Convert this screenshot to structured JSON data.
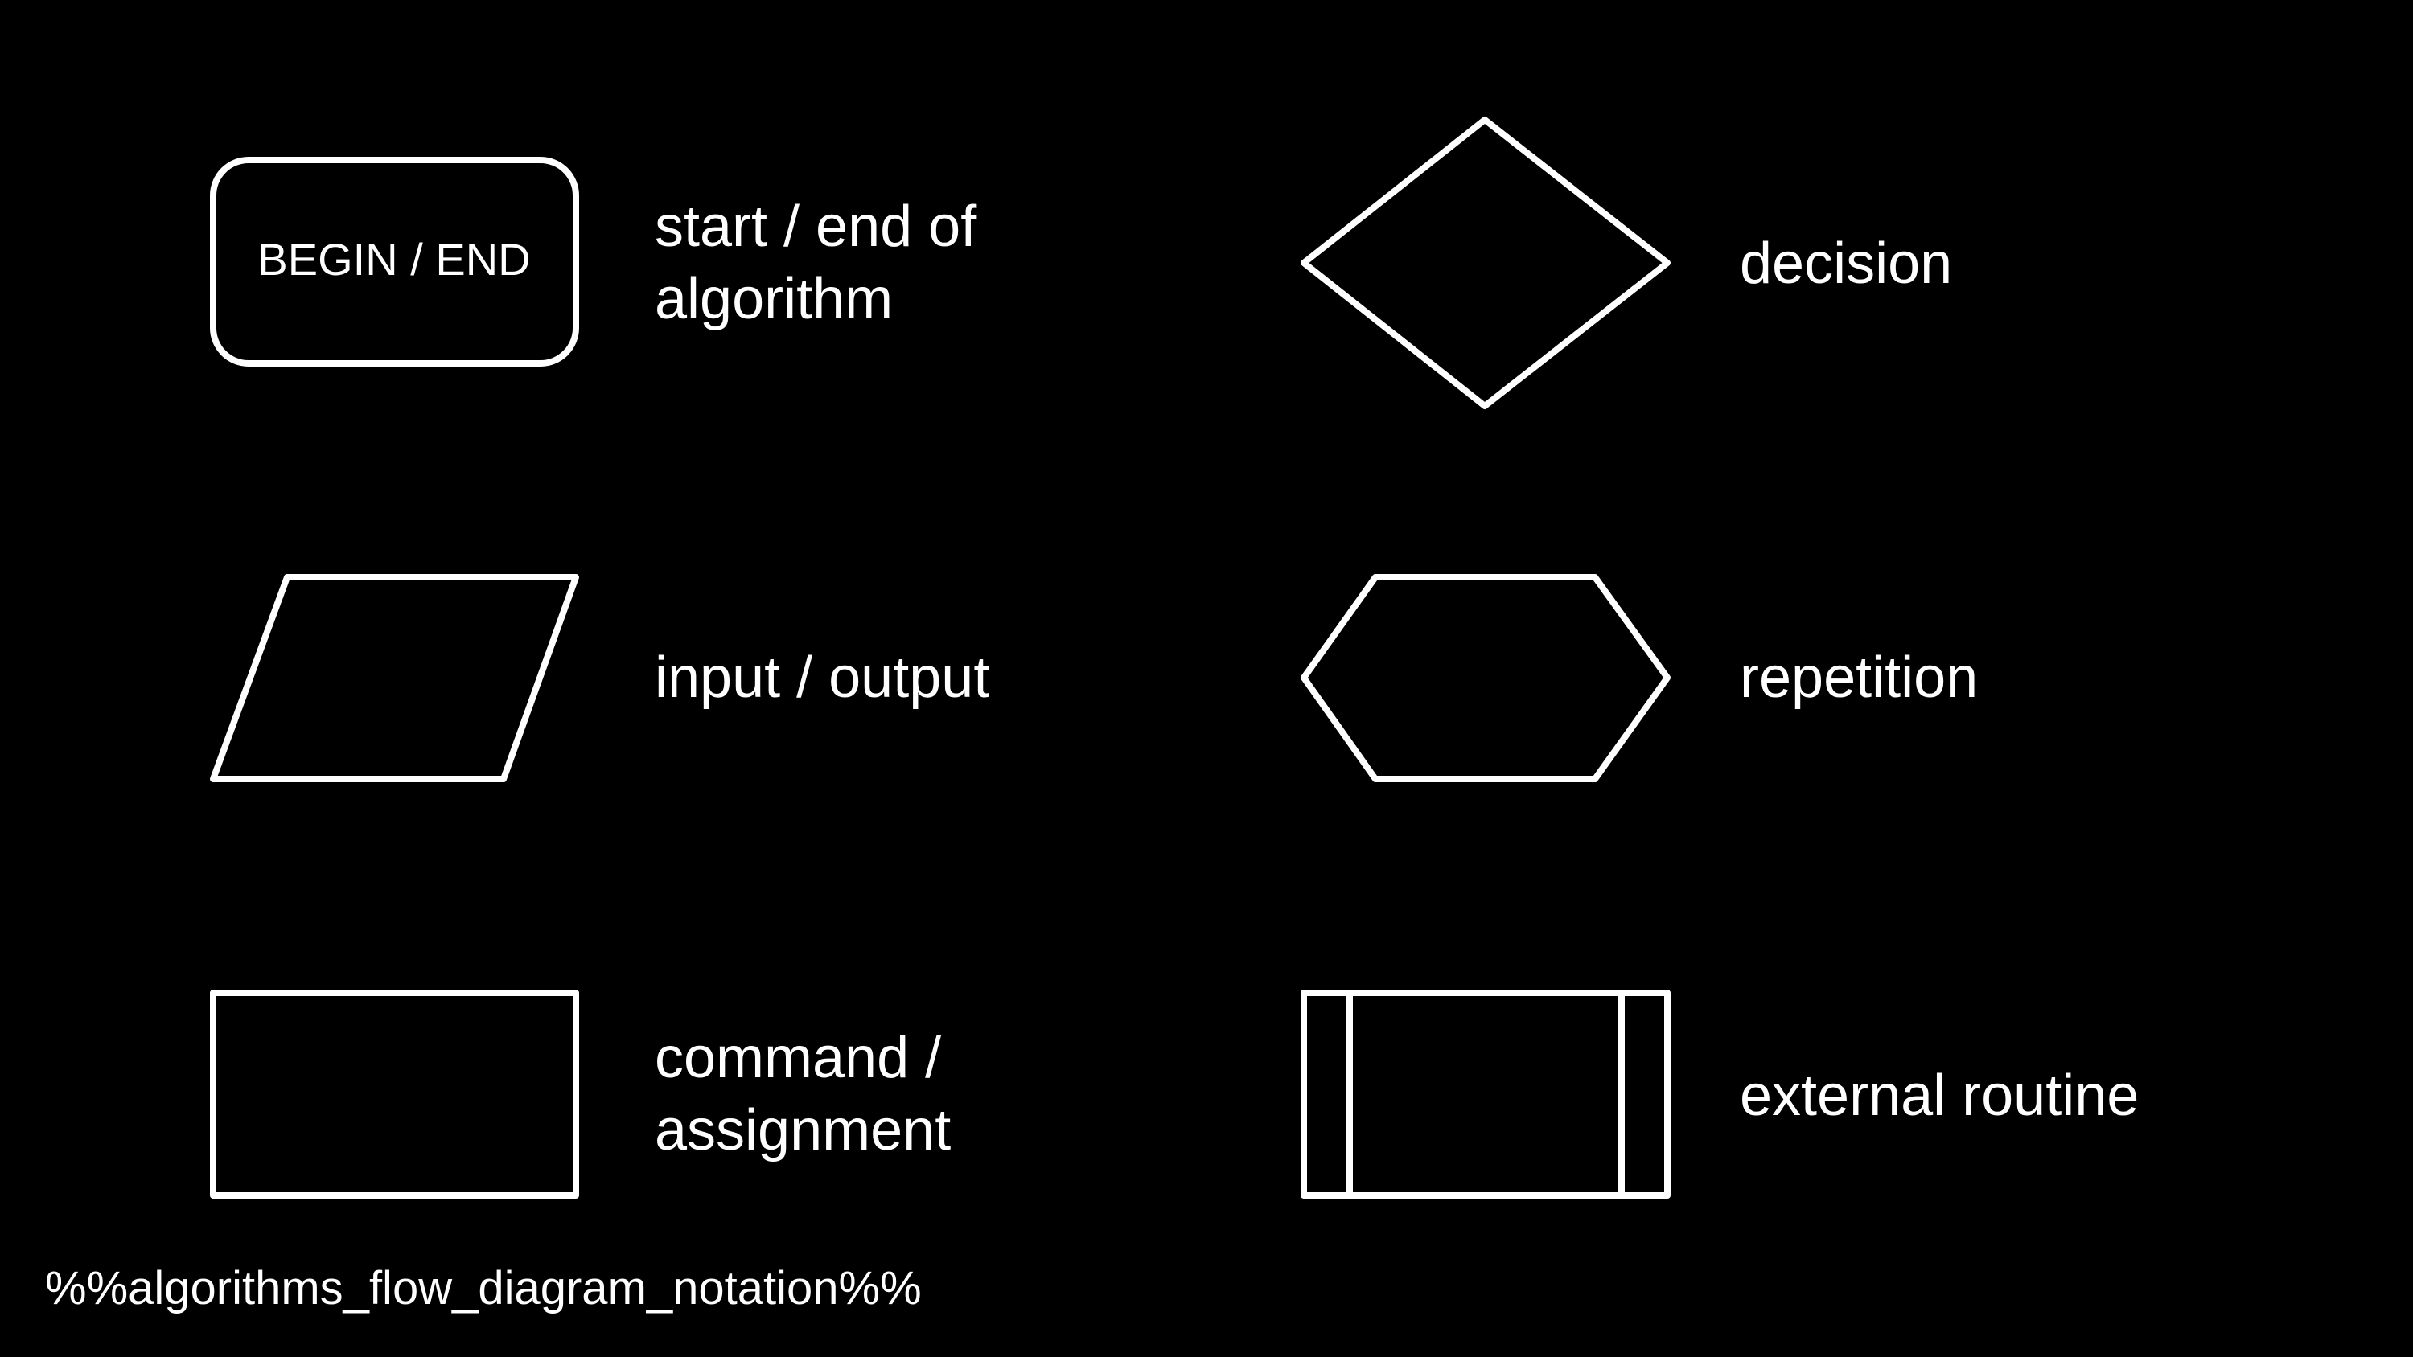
{
  "symbols": {
    "start_end": {
      "inner_text": "BEGIN / END",
      "label_lines": [
        "start / end of",
        "algorithm"
      ]
    },
    "input_output": {
      "label_lines": [
        "input / output"
      ]
    },
    "command_assignment": {
      "label_lines": [
        "command /",
        "assignment"
      ]
    },
    "decision": {
      "label_lines": [
        "decision"
      ]
    },
    "repetition": {
      "label_lines": [
        "repetition"
      ]
    },
    "external_routine": {
      "label_lines": [
        "external routine"
      ]
    }
  },
  "footer_text": "%%algorithms_flow_diagram_notation%%",
  "colors": {
    "background": "#000000",
    "foreground": "#ffffff"
  }
}
